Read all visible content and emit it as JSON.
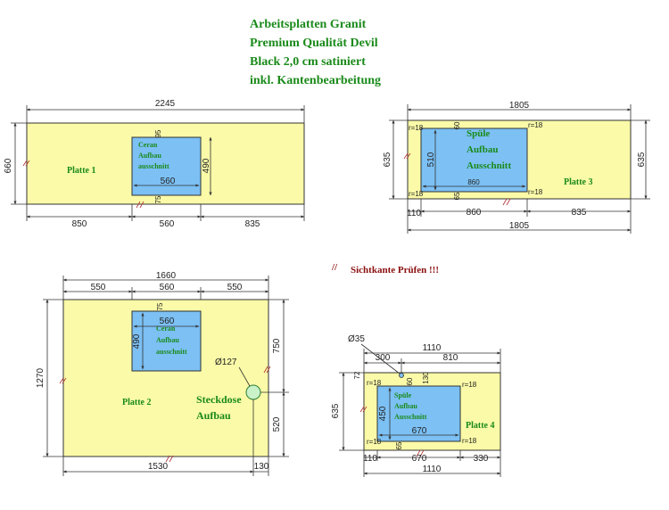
{
  "header": {
    "line1": "Arbeitsplatten Granit",
    "line2": "Premium Qualität Devil",
    "line3": "Black 2,0 cm satiniert",
    "line4": "inkl. Kantenbearbeitung"
  },
  "warning": {
    "symbol": "//",
    "text": "Sichtkante Prüfen !!!"
  },
  "colors": {
    "slab": "#fafaa8",
    "cutout": "#7cc0f4",
    "text_green": "#1a8a1a",
    "warning_red": "#8b1010"
  },
  "plate1": {
    "name": "Platte 1",
    "cutout_lines": [
      "Ceran",
      "Aufbau",
      "ausschnitt"
    ],
    "dims": {
      "width": "2245",
      "height": "660",
      "left": "850",
      "cut": "560",
      "right": "835",
      "cut_w": "560",
      "cut_h": "490",
      "top": "95",
      "bottom": "75"
    }
  },
  "plate2": {
    "name": "Platte 2",
    "cutout_lines": [
      "Ceran",
      "Aufbau",
      "ausschnitt"
    ],
    "socket_lines": [
      "Steckdose",
      "Aufbau"
    ],
    "dims": {
      "width": "1660",
      "height": "1270",
      "left": "550",
      "cut": "560",
      "right": "550",
      "cut_w": "560",
      "cut_h": "490",
      "top": "75",
      "socket_d": "Ø127",
      "socket_x": "1530",
      "socket_rest": "130",
      "socket_y_top": "750",
      "socket_y_bottom": "520"
    }
  },
  "plate3": {
    "name": "Platte 3",
    "cutout_lines": [
      "Spüle",
      "Aufbau",
      "Ausschnitt"
    ],
    "dims": {
      "width": "1805",
      "width_bottom": "1805",
      "height_left": "635",
      "height_right": "635",
      "left": "110",
      "cut": "860",
      "right": "835",
      "cut_w": "860",
      "cut_h": "510",
      "top": "60",
      "bottom": "65",
      "r1": "r=18",
      "r2": "r=18",
      "r3": "r=18",
      "r4": "r=18"
    }
  },
  "plate4": {
    "name": "Platte 4",
    "cutout_lines": [
      "Spüle",
      "Aufbau",
      "Ausschnitt"
    ],
    "dims": {
      "width": "1110",
      "width_bottom": "1110",
      "height": "635",
      "tap_d": "Ø35",
      "tap_x": "300",
      "tap_rest": "810",
      "tap_y": "130",
      "edge": "72",
      "tap_off": "60",
      "left": "110",
      "cut": "670",
      "right": "330",
      "cut_w": "670",
      "cut_h": "450",
      "bottom": "65",
      "r1": "r=18",
      "r2": "r=18",
      "r3": "r=18",
      "r4": "r=18"
    }
  }
}
